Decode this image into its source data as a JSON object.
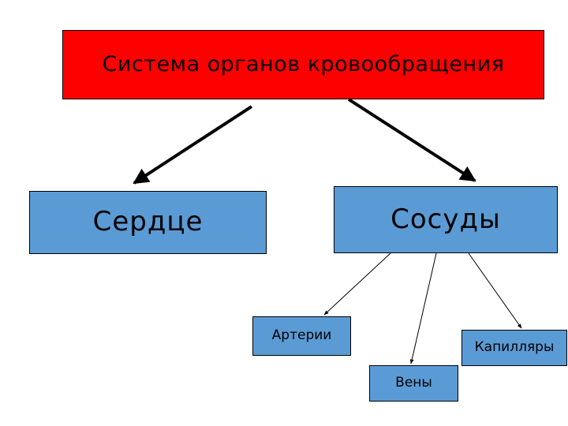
{
  "colors": {
    "root_fill": "#ff0000",
    "node_fill": "#5b9bd5",
    "border": "#000000",
    "arrow": "#000000",
    "background": "#ffffff"
  },
  "nodes": {
    "root": {
      "label": "Система органов кровообращения"
    },
    "heart": {
      "label": "Сердце"
    },
    "vessels": {
      "label": "Сосуды"
    },
    "arteries": {
      "label": "Артерии"
    },
    "veins": {
      "label": "Вены"
    },
    "capillaries": {
      "label": "Капилляры"
    }
  },
  "edges": [
    {
      "from": "root",
      "to": "heart",
      "style": "thick"
    },
    {
      "from": "root",
      "to": "vessels",
      "style": "thick"
    },
    {
      "from": "vessels",
      "to": "arteries",
      "style": "thin"
    },
    {
      "from": "vessels",
      "to": "veins",
      "style": "thin"
    },
    {
      "from": "vessels",
      "to": "capillaries",
      "style": "thin"
    }
  ]
}
